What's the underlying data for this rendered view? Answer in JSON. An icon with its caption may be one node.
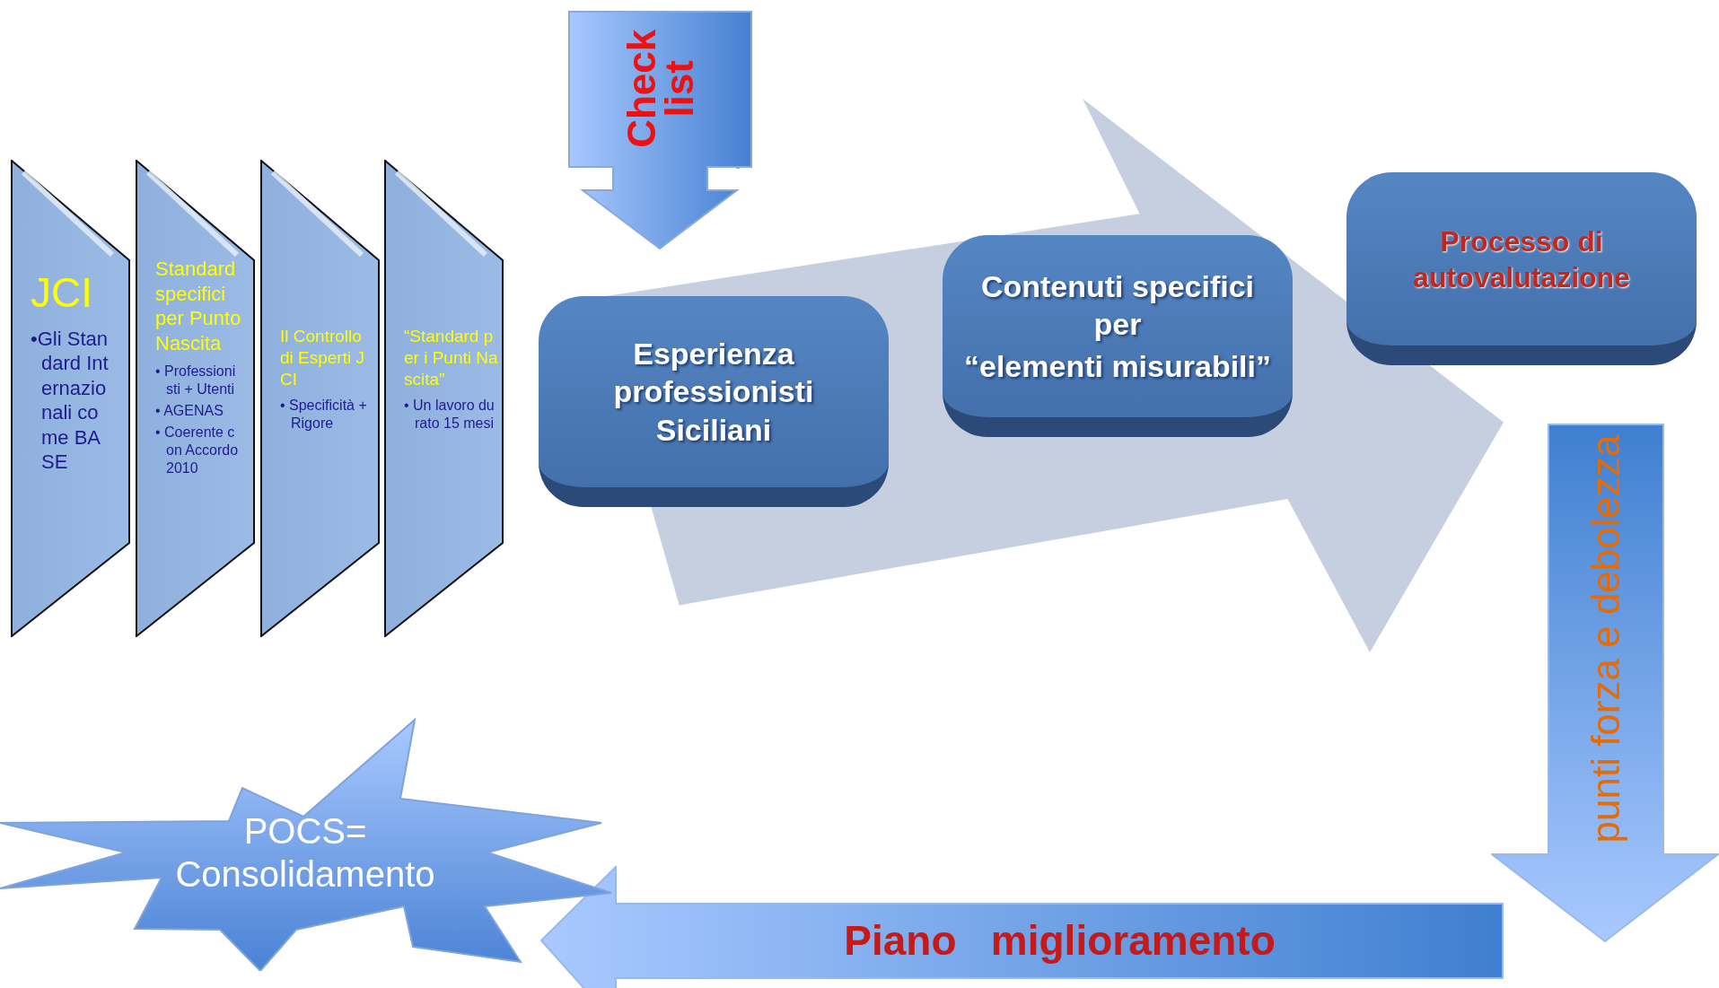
{
  "diagram": {
    "nodes": [
      {
        "text": [
          "JCI",
          "•Gli Standard Internazionali come BASE"
        ]
      },
      {
        "text": [
          "Standard specifici per Punto Nascita",
          "• Professionisti + Utenti",
          "• AGENAS",
          "• Coerente con Accordo 2010"
        ]
      },
      {
        "text": [
          "Il Controllo di Esperti JCI",
          "• Specificità + Rigore"
        ]
      },
      {
        "text": [
          "“Standard per i Punti Nascita”",
          "• Un lavoro durato 15 mesi"
        ]
      },
      {
        "text": [
          "Check list"
        ]
      },
      {
        "text": [],
        "shape": "arrow"
      },
      {
        "text": [
          "Esperienza professionisti Siciliani"
        ]
      },
      {
        "text": [
          "Contenuti specifici per",
          "“elementi misurabili”"
        ],
        "in": 5
      },
      {
        "text": [
          "Processo di autovalutazione"
        ]
      },
      {
        "text": [
          "punti forza e debolezza"
        ]
      },
      {
        "text": [
          "Piano   miglioramento"
        ]
      },
      {
        "text": [
          "POCS= Consolidamento"
        ]
      }
    ]
  }
}
